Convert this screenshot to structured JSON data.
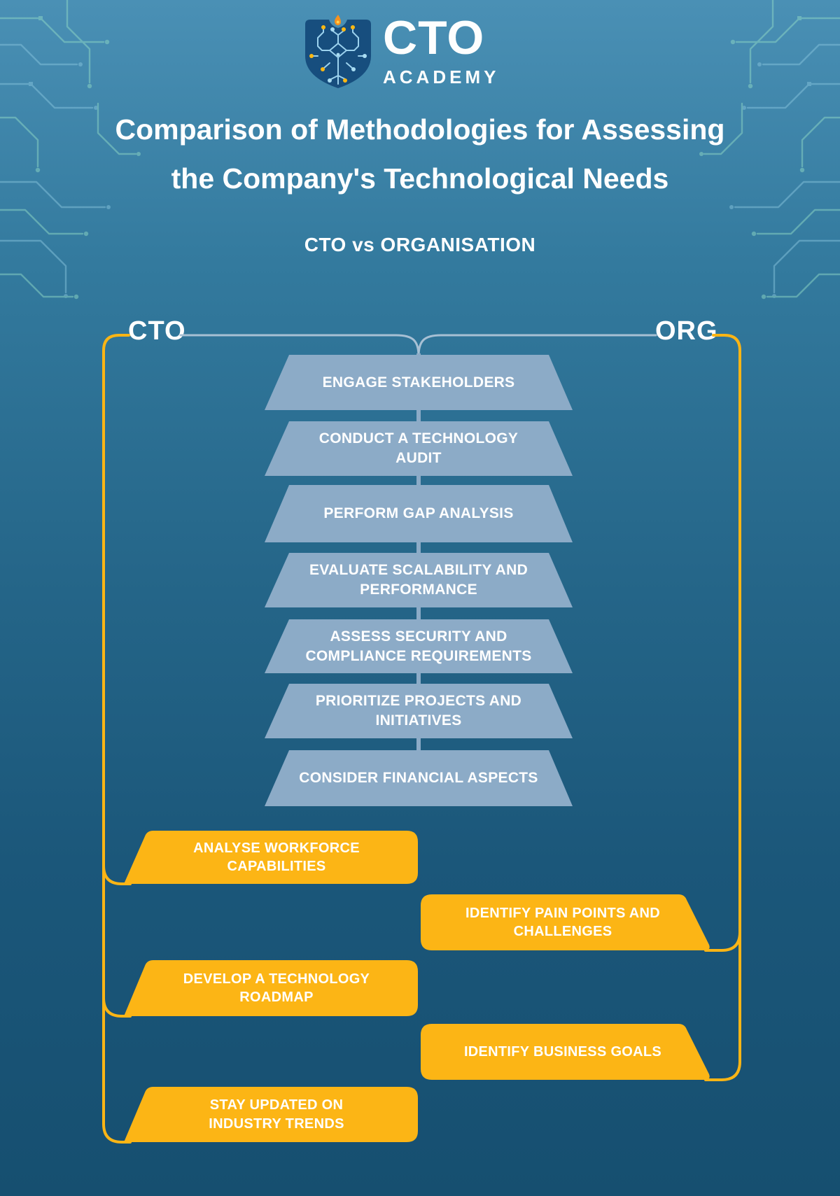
{
  "logo": {
    "brand_top": "CTO",
    "brand_bottom": "ACADEMY"
  },
  "header": {
    "title_line1": "Comparison of Methodologies for Assessing",
    "title_line2": "the Company's Technological Needs",
    "subtitle": "CTO vs ORGANISATION"
  },
  "comparison": {
    "left_label": "CTO",
    "right_label": "ORG",
    "shared_steps": [
      "ENGAGE STAKEHOLDERS",
      "CONDUCT A TECHNOLOGY AUDIT",
      "PERFORM GAP ANALYSIS",
      "EVALUATE SCALABILITY AND PERFORMANCE",
      "ASSESS SECURITY AND COMPLIANCE REQUIREMENTS",
      "PRIORITIZE PROJECTS AND INITIATIVES",
      "CONSIDER FINANCIAL ASPECTS"
    ],
    "cto_steps": [
      "ANALYSE WORKFORCE CAPABILITIES",
      "DEVELOP A TECHNOLOGY ROADMAP",
      "STAY UPDATED ON INDUSTRY TRENDS"
    ],
    "org_steps": [
      "IDENTIFY PAIN POINTS AND CHALLENGES",
      "IDENTIFY BUSINESS GOALS"
    ]
  },
  "colors": {
    "accent_yellow": "#FCB515",
    "step_blue": "#8CABC7",
    "connector_light": "#A7C0D4",
    "background_top": "#4A90B5",
    "background_bottom": "#164F70",
    "shield_navy": "#174E7E",
    "flame_orange": "#F6921E"
  }
}
